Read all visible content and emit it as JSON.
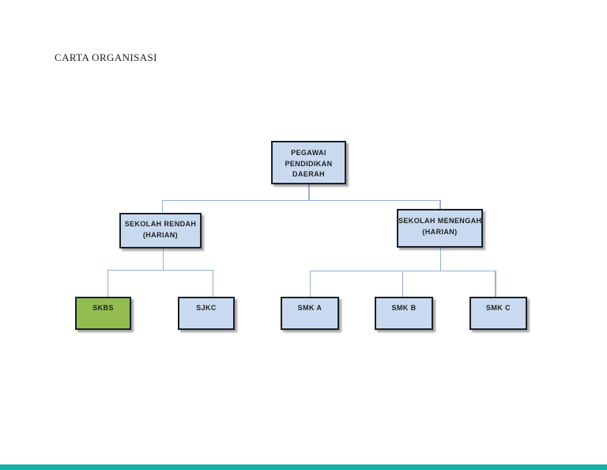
{
  "document": {
    "title": "CARTA ORGANISASI"
  },
  "theme": {
    "node_fill_blue": "#c9daf0",
    "node_fill_green": "#93bd51",
    "node_border": "#1c2026",
    "connector_color": "#93b1d6",
    "text_color": "#1f1f1f",
    "footer_bar": "#16b0ab",
    "page_background": "#ffffff"
  },
  "diagram": {
    "type": "org-chart",
    "nodes": [
      {
        "id": "pegawai-pendidikan-daerah",
        "label": "PEGAWAI PENDIDIKAN DAERAH",
        "lines": [
          "PEGAWAI",
          "PENDIDIKAN",
          "DAERAH"
        ],
        "fill": "#c9daf0",
        "level": 1
      },
      {
        "id": "sekolah-rendah",
        "label": "SEKOLAH RENDAH (HARIAN)",
        "lines": [
          "SEKOLAH RENDAH",
          "(HARIAN)"
        ],
        "fill": "#c9daf0",
        "level": 2
      },
      {
        "id": "sekolah-menengah",
        "label": "SEKOLAH MENENGAH (HARIAN)",
        "lines": [
          "SEKOLAH MENENGAH",
          "(HARIAN)"
        ],
        "fill": "#c9daf0",
        "level": 2
      },
      {
        "id": "skbs",
        "label": "SKBS",
        "lines": [
          "SKBS"
        ],
        "fill": "#93bd51",
        "level": 3
      },
      {
        "id": "sjkc",
        "label": "SJKC",
        "lines": [
          "SJKC"
        ],
        "fill": "#c9daf0",
        "level": 3
      },
      {
        "id": "smk-a",
        "label": "SMK A",
        "lines": [
          "SMK A"
        ],
        "fill": "#c9daf0",
        "level": 3
      },
      {
        "id": "smk-b",
        "label": "SMK B",
        "lines": [
          "SMK B"
        ],
        "fill": "#c9daf0",
        "level": 3
      },
      {
        "id": "smk-c",
        "label": "SMK C",
        "lines": [
          "SMK C"
        ],
        "fill": "#c9daf0",
        "level": 3
      }
    ],
    "edges": [
      {
        "from": "pegawai-pendidikan-daerah",
        "to": "sekolah-rendah"
      },
      {
        "from": "pegawai-pendidikan-daerah",
        "to": "sekolah-menengah"
      },
      {
        "from": "sekolah-rendah",
        "to": "skbs"
      },
      {
        "from": "sekolah-rendah",
        "to": "sjkc"
      },
      {
        "from": "sekolah-menengah",
        "to": "smk-a"
      },
      {
        "from": "sekolah-menengah",
        "to": "smk-b"
      },
      {
        "from": "sekolah-menengah",
        "to": "smk-c"
      }
    ]
  }
}
